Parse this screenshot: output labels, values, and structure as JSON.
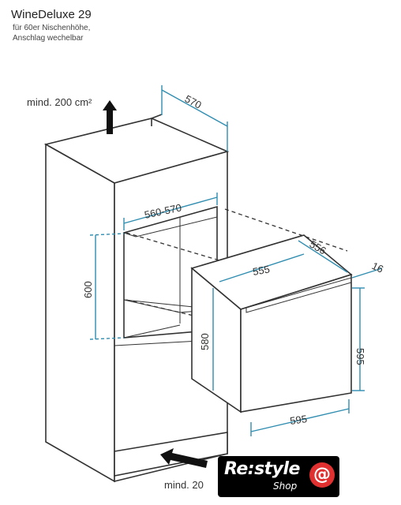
{
  "title": "WineDeluxe 29",
  "subtitle_line1": "für 60er Nischenhöhe,",
  "subtitle_line2": "Anschlag wechelbar",
  "vent_top_label": "mind. 200 cm²",
  "vent_bottom_label": "mind. 20",
  "dimensions": {
    "cabinet_depth": "570",
    "niche_width": "560-570",
    "niche_height": "600",
    "niche_depth": "556",
    "door_thickness": "16",
    "appliance_width_top": "555",
    "appliance_height_body": "580",
    "appliance_height_total": "595",
    "appliance_width": "595"
  },
  "logo": {
    "brand": "Re:style",
    "sub": "Shop",
    "symbol": "@"
  },
  "colors": {
    "dimension_line": "#2f8db0",
    "outline": "#333333",
    "logo_background": "#000000",
    "logo_accent": "#e03030"
  }
}
